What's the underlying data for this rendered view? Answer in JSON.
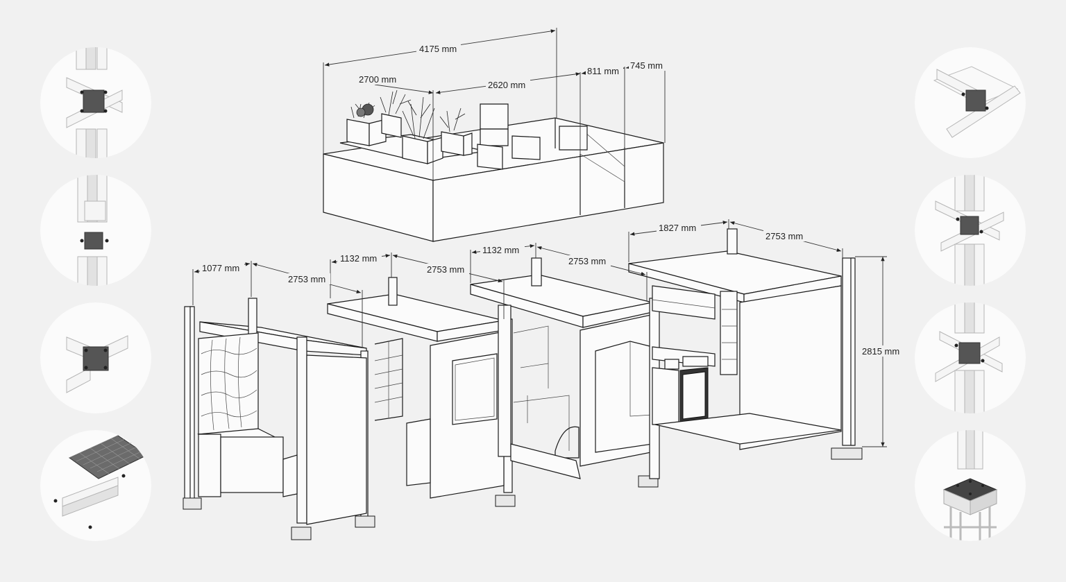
{
  "dimensions": {
    "top_total": "4175 mm",
    "top_a": "2700 mm",
    "top_b": "2620 mm",
    "top_c": "811 mm",
    "top_d": "745 mm",
    "m1_width": "1077 mm",
    "m1_depth": "2753 mm",
    "m2_width": "1132 mm",
    "m2_depth": "2753 mm",
    "m3_width": "1132 mm",
    "m3_depth": "2753 mm",
    "m4_width": "1827 mm",
    "m4_depth": "2753 mm",
    "height": "2815 mm"
  },
  "details_left": [
    {
      "name": "cross-joint-detail",
      "icon": "cross-joint-icon"
    },
    {
      "name": "vertical-stack-detail",
      "icon": "stack-joint-icon"
    },
    {
      "name": "corner-joint-detail",
      "icon": "corner-joint-icon"
    },
    {
      "name": "panel-rail-detail",
      "icon": "panel-rail-icon"
    }
  ],
  "details_right": [
    {
      "name": "tee-joint-detail",
      "icon": "tee-joint-icon"
    },
    {
      "name": "column-beam-detail",
      "icon": "column-beam-icon"
    },
    {
      "name": "double-cross-detail",
      "icon": "double-cross-icon"
    },
    {
      "name": "base-foot-detail",
      "icon": "base-foot-icon"
    }
  ]
}
